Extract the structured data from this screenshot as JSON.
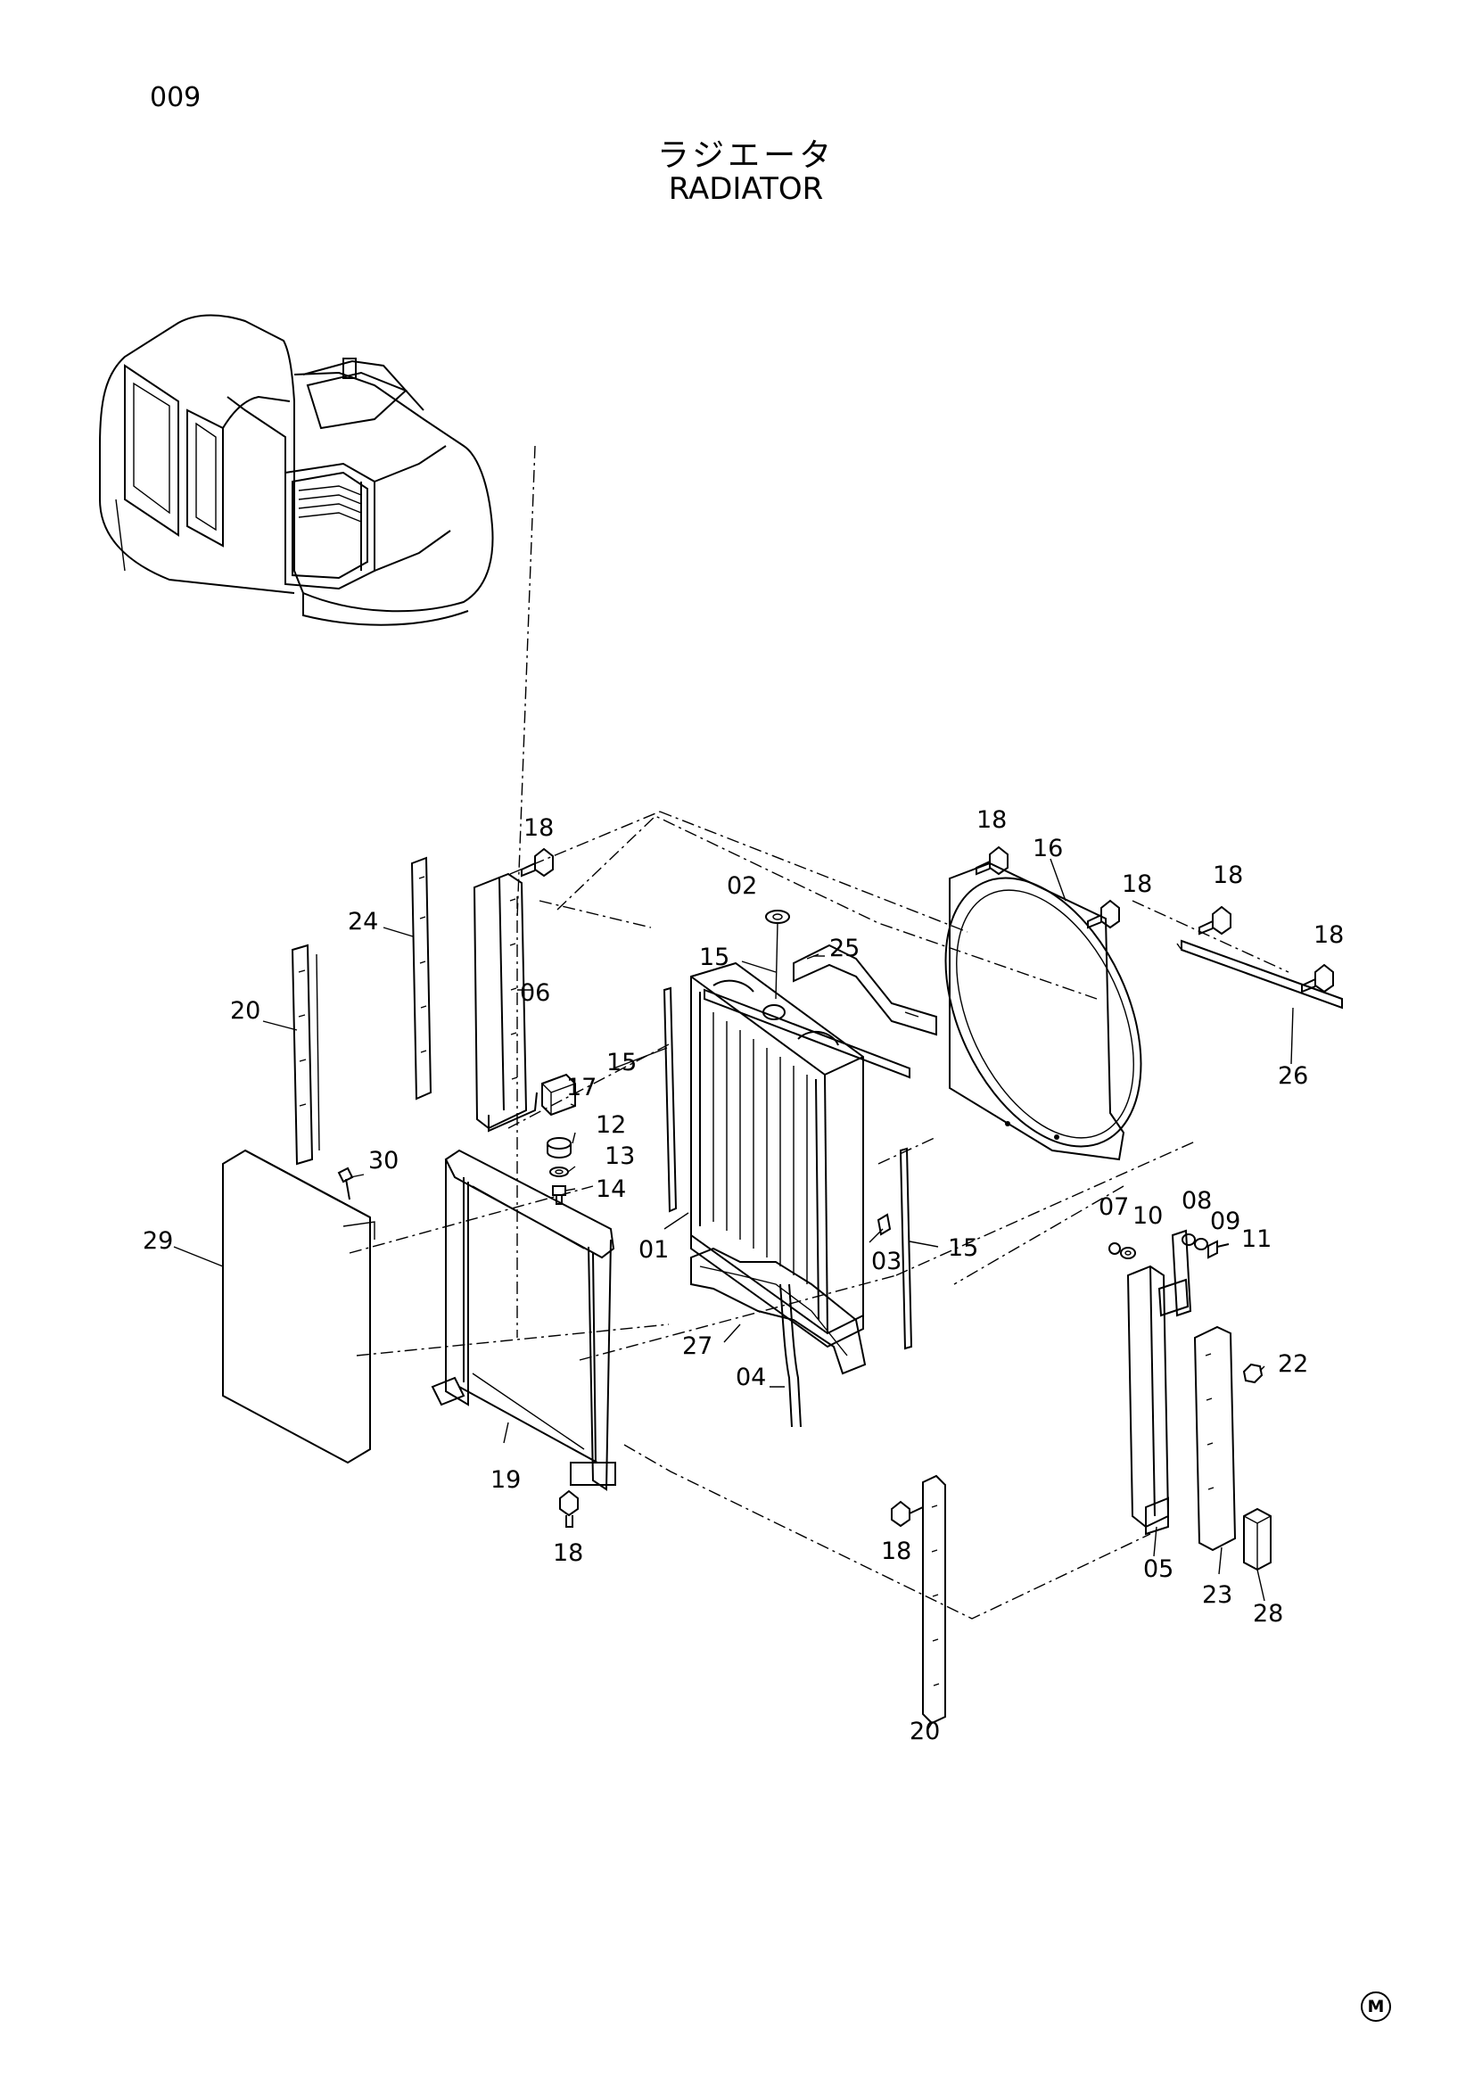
{
  "header": {
    "page_number": "009",
    "title_jp": "ラジエータ",
    "title_en": "RADIATOR"
  },
  "callouts": {
    "c01": "01",
    "c02": "02",
    "c03": "03",
    "c04": "04",
    "c05": "05",
    "c06": "06",
    "c07": "07",
    "c08": "08",
    "c09": "09",
    "c10": "10",
    "c11": "11",
    "c12": "12",
    "c13": "13",
    "c14": "14",
    "c15a": "15",
    "c15b": "15",
    "c15c": "15",
    "c16": "16",
    "c17": "17",
    "c18a": "18",
    "c18b": "18",
    "c18c": "18",
    "c18d": "18",
    "c18e": "18",
    "c18f": "18",
    "c18g": "18",
    "c19": "19",
    "c20a": "20",
    "c20b": "20",
    "c22": "22",
    "c23": "23",
    "c24": "24",
    "c25": "25",
    "c26": "26",
    "c27": "27",
    "c28": "28",
    "c29": "29",
    "c30": "30"
  },
  "footer": {
    "mark": "M"
  }
}
